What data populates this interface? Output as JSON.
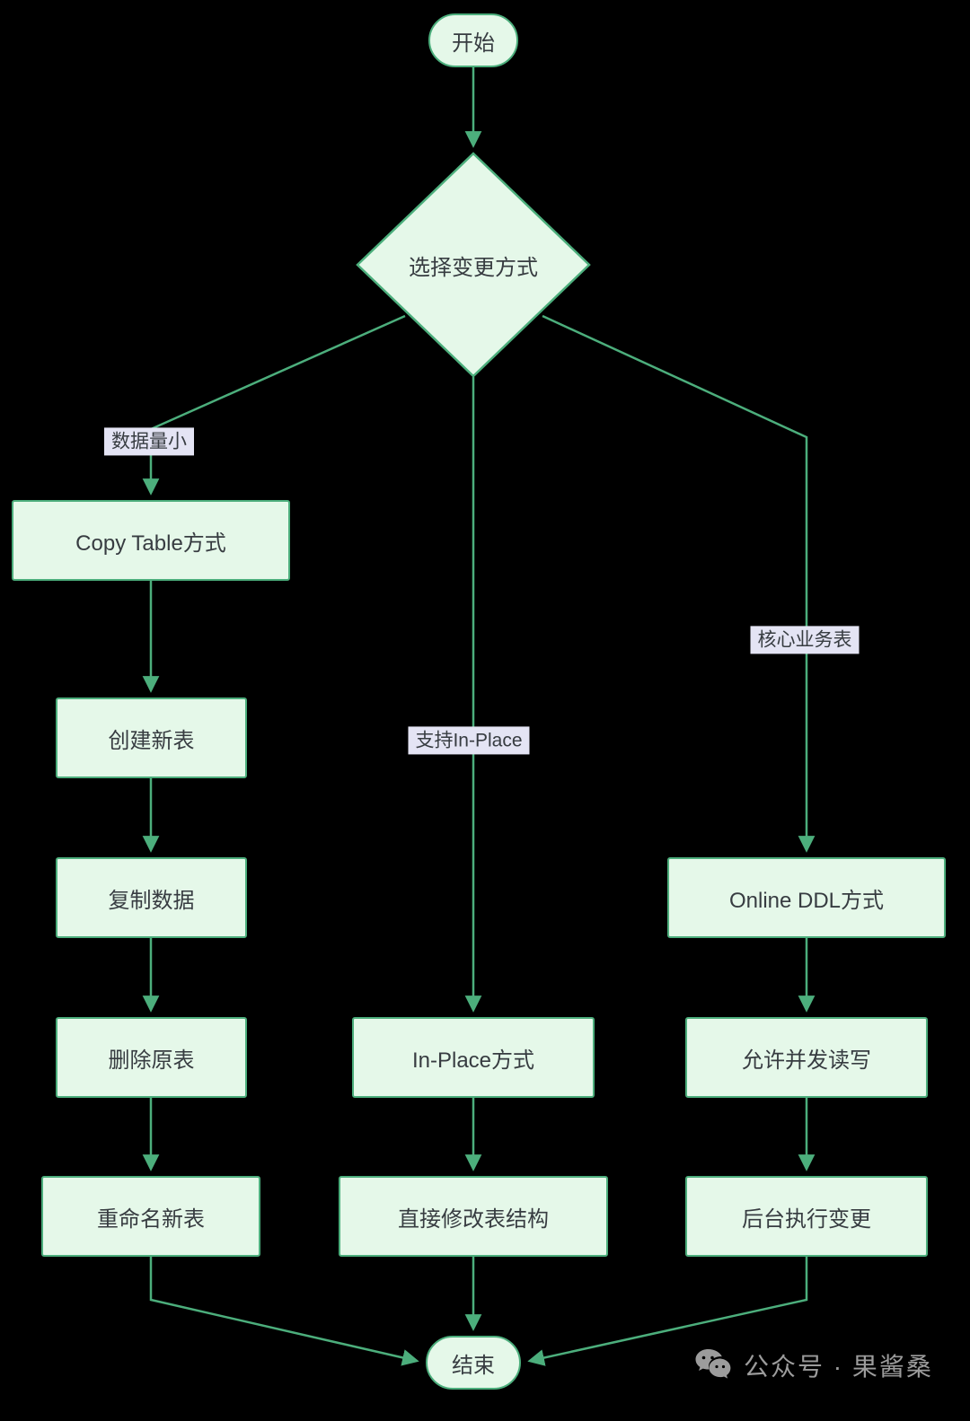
{
  "diagram": {
    "type": "flowchart",
    "nodes": {
      "start": "开始",
      "decision": "选择变更方式",
      "copy_table": "Copy Table方式",
      "create_new_table": "创建新表",
      "copy_data": "复制数据",
      "drop_original_table": "删除原表",
      "rename_new_table": "重命名新表",
      "inplace": "In-Place方式",
      "modify_structure": "直接修改表结构",
      "online_ddl": "Online DDL方式",
      "concurrent_rw": "允许并发读写",
      "background_change": "后台执行变更",
      "end": "结束"
    },
    "edge_labels": {
      "small_data": "数据量小",
      "support_inplace": "支持In-Place",
      "core_business": "核心业务表"
    },
    "colors": {
      "background": "#000000",
      "node_fill": "#e5f8e9",
      "node_border": "#4cae7c",
      "edge": "#4cae7c",
      "edge_label_bg": "#e4e4f4",
      "node_text": "#373c41",
      "watermark": "#9c9c9c"
    },
    "watermark": {
      "text": "公众号 · 果酱桑"
    }
  }
}
